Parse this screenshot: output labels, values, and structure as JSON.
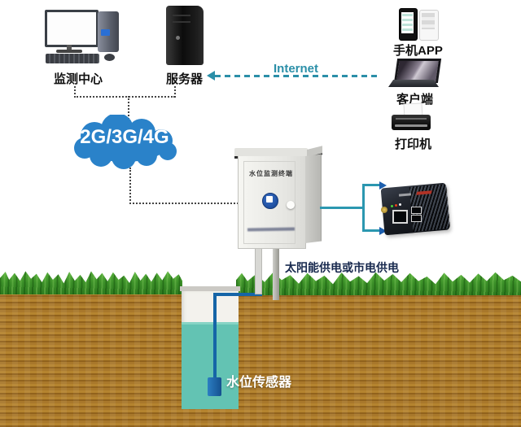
{
  "labels": {
    "monitoring_center": "监测中心",
    "server": "服务器",
    "internet": "Internet",
    "phone_app": "手机APP",
    "client": "客户端",
    "printer": "打印机",
    "cloud": "2G/3G/4G",
    "cabinet_title": "水位监测终端",
    "power_note": "太阳能供电或市电供电",
    "sensor": "水位传感器"
  },
  "colors": {
    "cloud_blue": "#2a82c9",
    "teal_connector": "#2b97b0",
    "internet_teal": "#2b8fa8",
    "arrowhead_blue": "#1d5fae",
    "dotted_connector_gray": "#444444",
    "water_teal": "#63c3b3",
    "soil_brown": "#a9782b",
    "grass_green": "#3f9b33",
    "cable_blue": "#1565a7",
    "power_label_navy": "#18294e",
    "cabinet_logo_blue": "#1e4fa0"
  }
}
